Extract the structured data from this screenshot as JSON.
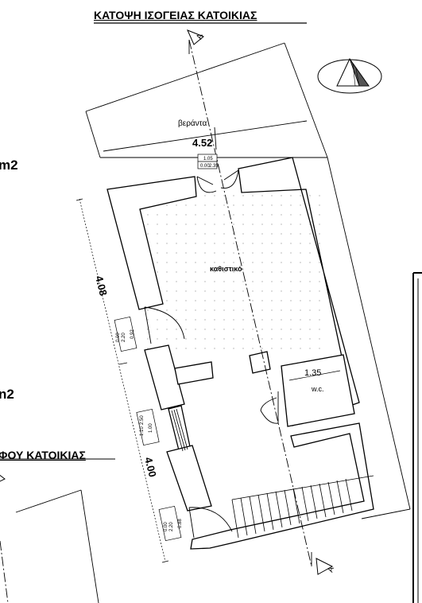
{
  "titles": {
    "ground_floor": "ΚΑΤΟΨΗ ΙΣΟΓΕΙΑΣ ΚΑΤΟΙΚΙΑΣ",
    "second_partial": "ΦΟΥ ΚΑΤΟΙΚΙΑΣ"
  },
  "area_labels": [
    "m2",
    "n2"
  ],
  "rooms": {
    "veranda": "βεράντα",
    "living": "καθιστικό",
    "wc": "w.c."
  },
  "dimensions": {
    "width_top": "4.52",
    "wc_width": "1.35",
    "length_upper": "4.08",
    "length_lower": "4.00"
  },
  "openings": {
    "door_top": [
      "1.05",
      "0.00",
      "2.35"
    ],
    "door_left": [
      "0.92",
      "0.00",
      "2.20"
    ],
    "window_left": [
      "1.00",
      "1.10",
      "2.50"
    ],
    "door_bottom": [
      "0.88",
      "0.00",
      "2.20"
    ]
  },
  "section_marker": "A",
  "colors": {
    "line": "#000000",
    "hatch": "#555555",
    "background": "#ffffff"
  }
}
